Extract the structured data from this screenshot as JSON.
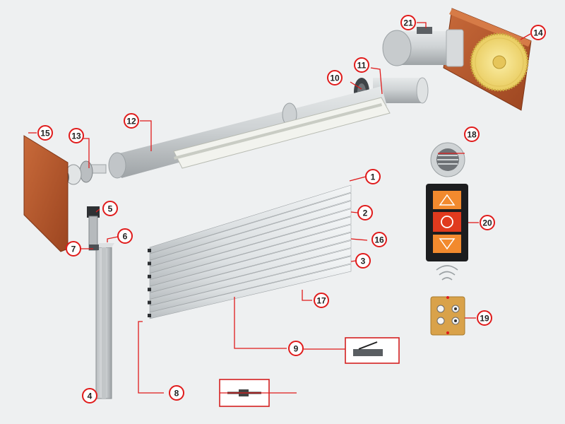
{
  "callouts": {
    "c1": "1",
    "c2": "2",
    "c3": "3",
    "c4": "4",
    "c5": "5",
    "c6": "6",
    "c7": "7",
    "c8": "8",
    "c9": "9",
    "c10": "10",
    "c11": "11",
    "c12": "12",
    "c13": "13",
    "c14": "14",
    "c15": "15",
    "c16": "16",
    "c17": "17",
    "c18": "18",
    "c19": "19",
    "c20": "20",
    "c21": "21"
  },
  "colors": {
    "callout_red": "#e01b1b",
    "background": "#eef0f1",
    "wood": "#b5542a",
    "gear": "#f2dc7a",
    "panel_orange": "#f28a2e",
    "panel_red": "#e03a1e",
    "remote": "#d9a24a"
  },
  "icons": {
    "up_arrow": "up-arrow-icon",
    "stop": "stop-circle-icon",
    "down_arrow": "down-arrow-icon",
    "signal": "signal-waves-icon"
  }
}
